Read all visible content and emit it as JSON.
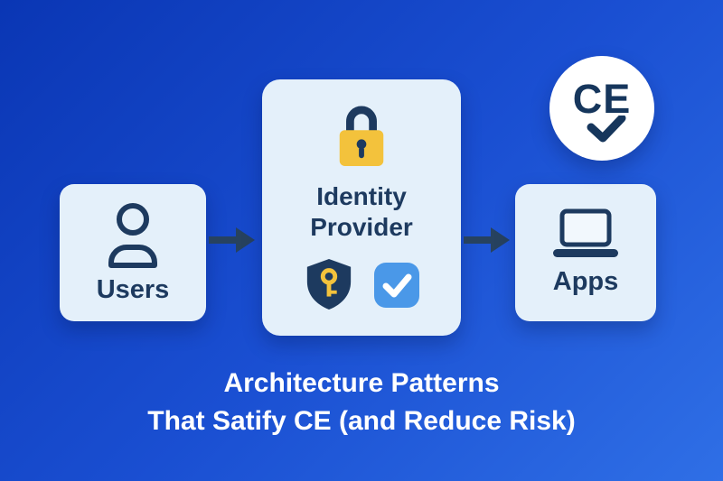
{
  "colors": {
    "background_gradient_start": "#0a36b4",
    "background_gradient_end": "#2f6fe6",
    "card_background": "#e4f0fa",
    "navy": "#1d3a5f",
    "lock_yellow": "#f3c23c",
    "check_blue": "#4a98e8",
    "badge_background": "#ffffff",
    "title_text": "#ffffff"
  },
  "diagram": {
    "users": {
      "label": "Users",
      "icon": "user-icon"
    },
    "identity": {
      "line1": "Identity",
      "line2": "Provider",
      "icons": [
        "padlock-icon",
        "shield-key-icon",
        "checkbox-icon"
      ]
    },
    "apps": {
      "label": "Apps",
      "icon": "laptop-icon"
    },
    "arrows": [
      "arrow-right-icon",
      "arrow-right-icon"
    ],
    "badge": {
      "text": "CE",
      "icon": "check-icon"
    }
  },
  "title": {
    "line1": "Architecture Patterns",
    "line2": "That Satify CE (and Reduce Risk)"
  }
}
